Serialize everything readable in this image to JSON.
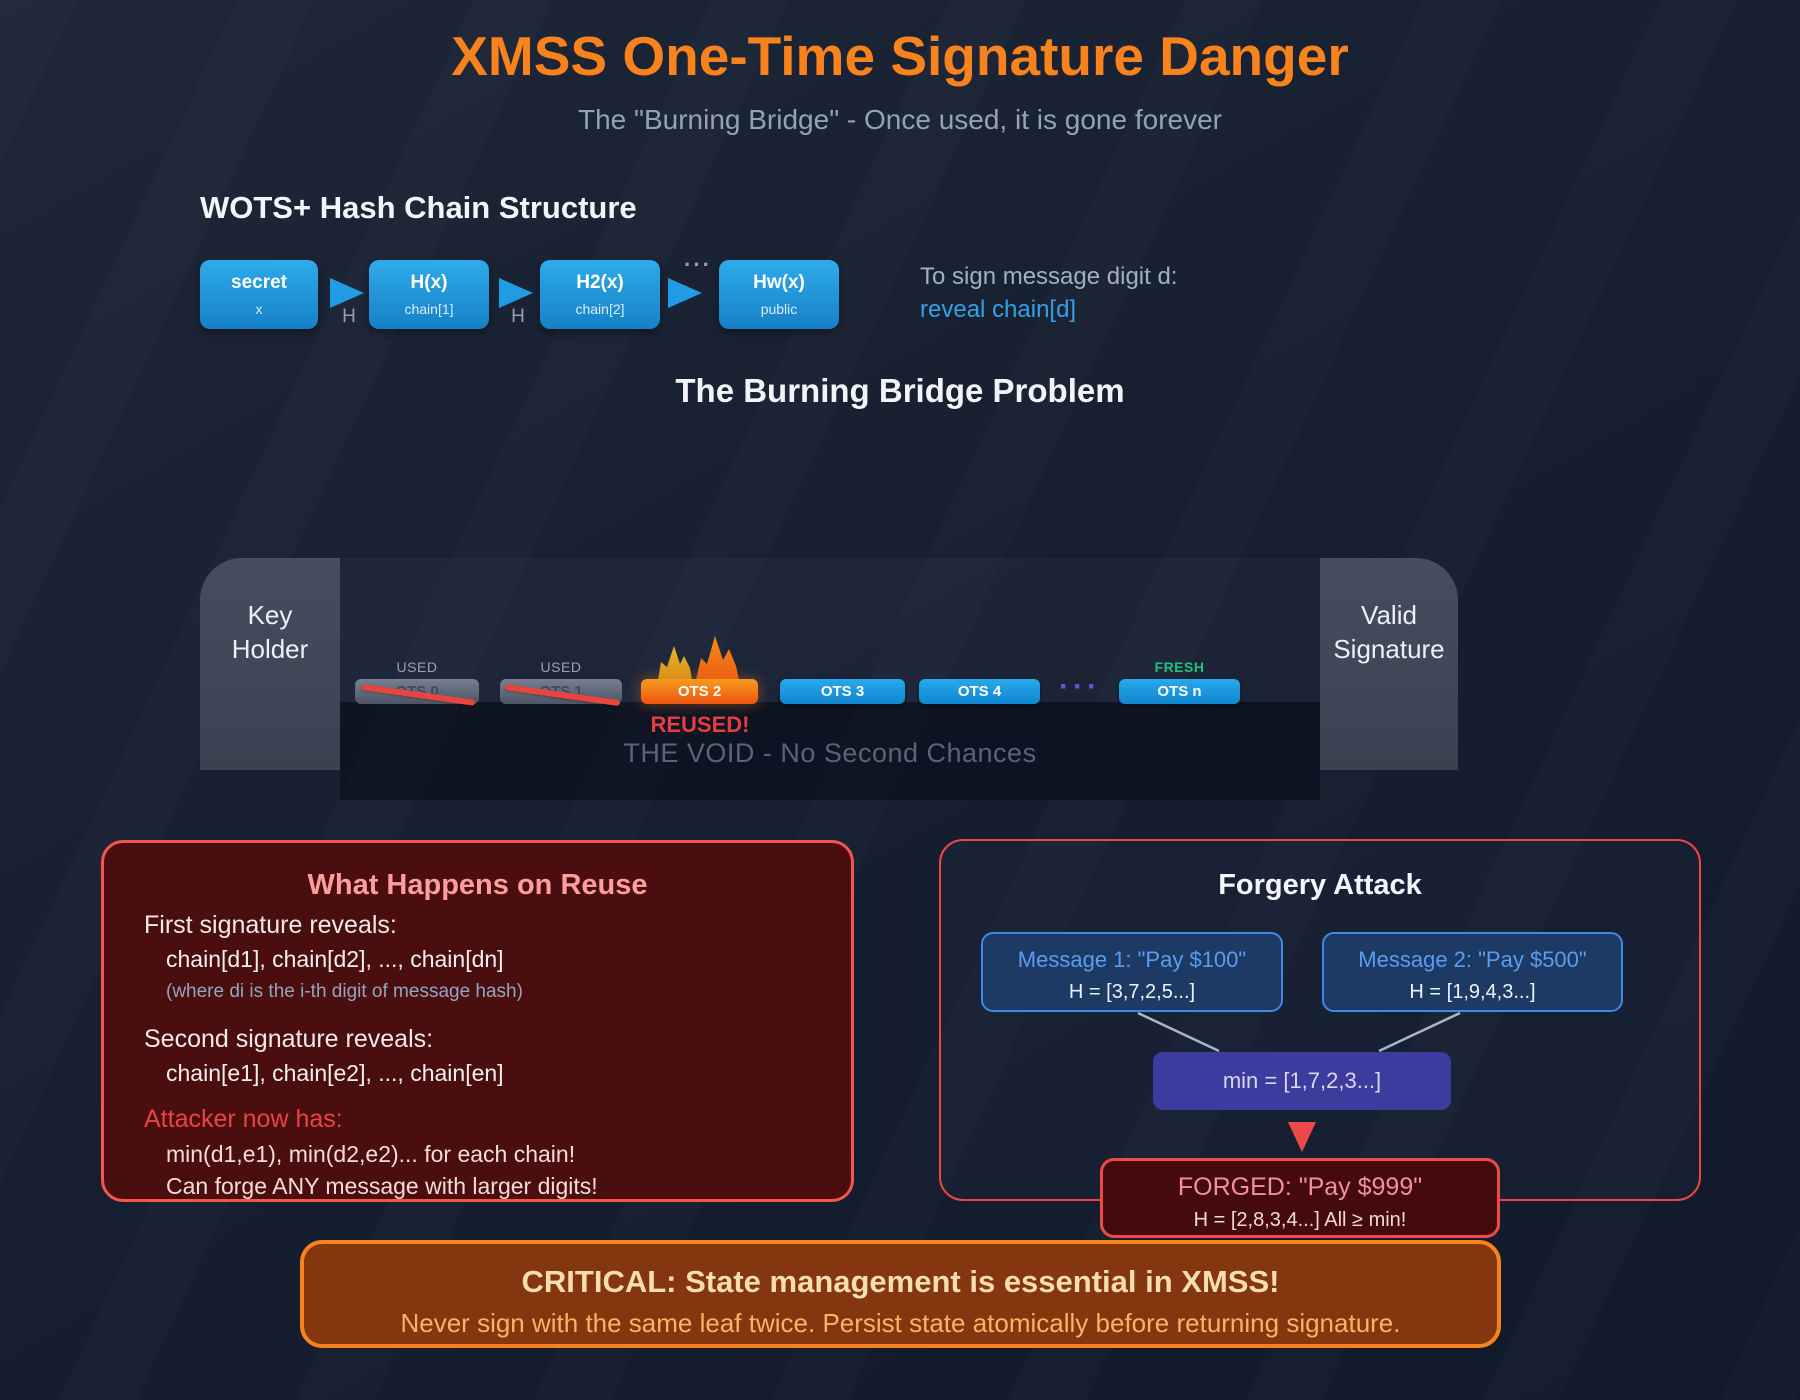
{
  "title": "XMSS One-Time Signature Danger",
  "subtitle": "The \"Burning Bridge\" - Once used, it is gone forever",
  "colors": {
    "accent_orange": "#f8831c",
    "chain_blue": "#1f9ce5",
    "danger_red": "#ef4444",
    "fresh_green": "#1fc07c",
    "dots_purple": "#565bd8",
    "min_indigo": "#3c3b9e",
    "cliff_slate": "#3e4556",
    "background_navy": "#161f30"
  },
  "wots": {
    "heading": "WOTS+ Hash Chain Structure",
    "boxes": [
      {
        "top": "secret",
        "bottom": "x"
      },
      {
        "top": "H(x)",
        "bottom": "chain[1]"
      },
      {
        "top": "H2(x)",
        "bottom": "chain[2]"
      },
      {
        "top": "Hw(x)",
        "bottom": "public"
      }
    ],
    "arrow_label": "H",
    "ellipsis": "···",
    "note_line1": "To sign message digit d:",
    "note_line2": "reveal chain[d]"
  },
  "bridge": {
    "heading": "The Burning Bridge Problem",
    "left_cliff": {
      "line1": "Key",
      "line2": "Holder"
    },
    "right_cliff": {
      "line1": "Valid",
      "line2": "Signature"
    },
    "ots": [
      {
        "label": "OTS 0",
        "tag": "USED"
      },
      {
        "label": "OTS 1",
        "tag": "USED"
      },
      {
        "label": "OTS 2",
        "tag": ""
      },
      {
        "label": "OTS 3",
        "tag": ""
      },
      {
        "label": "OTS 4",
        "tag": ""
      },
      {
        "label": "OTS n",
        "tag": "FRESH"
      }
    ],
    "dots": "···",
    "reused_label": "REUSED!",
    "void_label": "THE VOID - No Second Chances"
  },
  "reuse_panel": {
    "title": "What Happens on Reuse",
    "first_heading": "First signature reveals:",
    "first_code": "chain[d1], chain[d2], ..., chain[dn]",
    "first_note": "(where di is the i-th digit of message hash)",
    "second_heading": "Second signature reveals:",
    "second_code": "chain[e1], chain[e2], ..., chain[en]",
    "attacker_heading": "Attacker now has:",
    "attacker_line1": "min(d1,e1), min(d2,e2)... for each chain!",
    "attacker_line2": "Can forge ANY message with larger digits!"
  },
  "forgery_panel": {
    "title": "Forgery Attack",
    "message1": {
      "title": "Message 1: \"Pay $100\"",
      "hash": "H = [3,7,2,5...]"
    },
    "message2": {
      "title": "Message 2: \"Pay $500\"",
      "hash": "H = [1,9,4,3...]"
    },
    "min_label": "min = [1,7,2,3...]",
    "forged": {
      "title": "FORGED: \"Pay $999\"",
      "hash": "H = [2,8,3,4...] All ≥ min!"
    }
  },
  "critical": {
    "title": "CRITICAL: State management is essential in XMSS!",
    "subtitle": "Never sign with the same leaf twice. Persist state atomically before returning signature."
  }
}
